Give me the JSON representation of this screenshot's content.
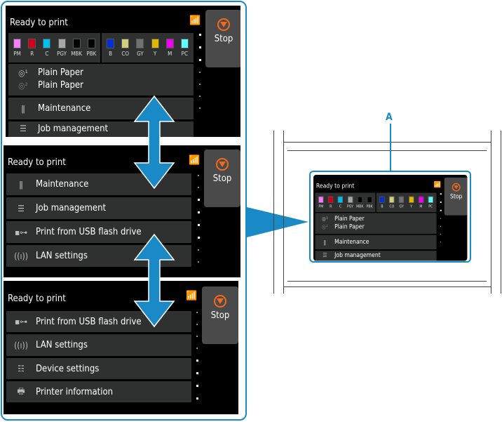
{
  "status": "Ready to print",
  "stop_label": "Stop",
  "callout_label": "A",
  "accent_color": "#1a8ac6",
  "stop_color": "#f26b1d",
  "inks": [
    {
      "label": "PM",
      "color": "#f57ff5"
    },
    {
      "label": "R",
      "color": "#d0001a"
    },
    {
      "label": "C",
      "color": "#00c0f0"
    },
    {
      "label": "PGY",
      "color": "#a8a8a8"
    },
    {
      "label": "MBK",
      "color": "#000000"
    },
    {
      "label": "PBK",
      "color": "#000000"
    },
    {
      "label": "B",
      "color": "#0030d0"
    },
    {
      "label": "CO",
      "color": "#d0d080"
    },
    {
      "label": "GY",
      "color": "#707070"
    },
    {
      "label": "Y",
      "color": "#e0b800"
    },
    {
      "label": "M",
      "color": "#f000f0"
    },
    {
      "label": "PC",
      "color": "#60ffff"
    }
  ],
  "paper": {
    "roll1": "Plain Paper",
    "roll2": "Plain Paper"
  },
  "menu": {
    "maintenance": "Maintenance",
    "job": "Job management",
    "usb": "Print from USB flash drive",
    "lan": "LAN settings",
    "device": "Device settings",
    "info": "Printer information",
    "paper_partial": "Plain Paper"
  }
}
